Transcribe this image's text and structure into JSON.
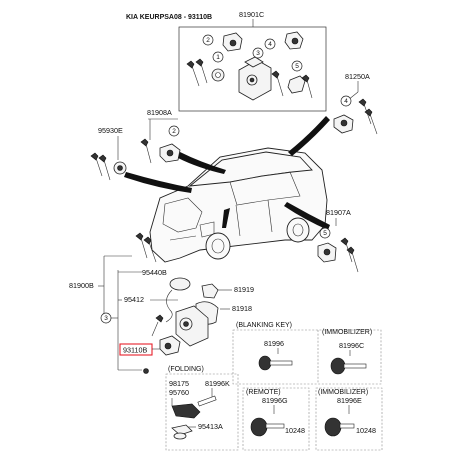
{
  "header": {
    "title": "KIA KEURPSA08 - 93110B"
  },
  "labels": {
    "p81901C": "81901C",
    "p81250A": "81250A",
    "p81908A": "81908A",
    "p95930E": "95930E",
    "p81907A": "81907A",
    "p81900B": "81900B",
    "p95440B": "95440B",
    "p81919": "81919",
    "p95412": "95412",
    "p81918": "81918",
    "p93110B": "93110B",
    "p81996": "81996",
    "p81996C": "81996C",
    "p98175": "98175",
    "p81996K": "81996K",
    "p95760": "95760",
    "p95413A": "95413A",
    "p81996G": "81996G",
    "p10248a": "10248",
    "p81996E": "81996E",
    "p10248b": "10248"
  },
  "boxes": {
    "blanking": "(BLANKING KEY)",
    "immobilizer1": "(IMMOBILIZER)",
    "folding": "(FOLDING)",
    "remote": "(REMOTE)",
    "immobilizer2": "(IMMOBILIZER)"
  },
  "callouts": {
    "n1": "1",
    "n2": "2",
    "n3": "3",
    "n4": "4",
    "n5": "5",
    "b2": "2",
    "b4": "4",
    "b5": "5",
    "lb3": "3"
  },
  "colors": {
    "highlight": "#e8202a",
    "line": "#222222"
  }
}
